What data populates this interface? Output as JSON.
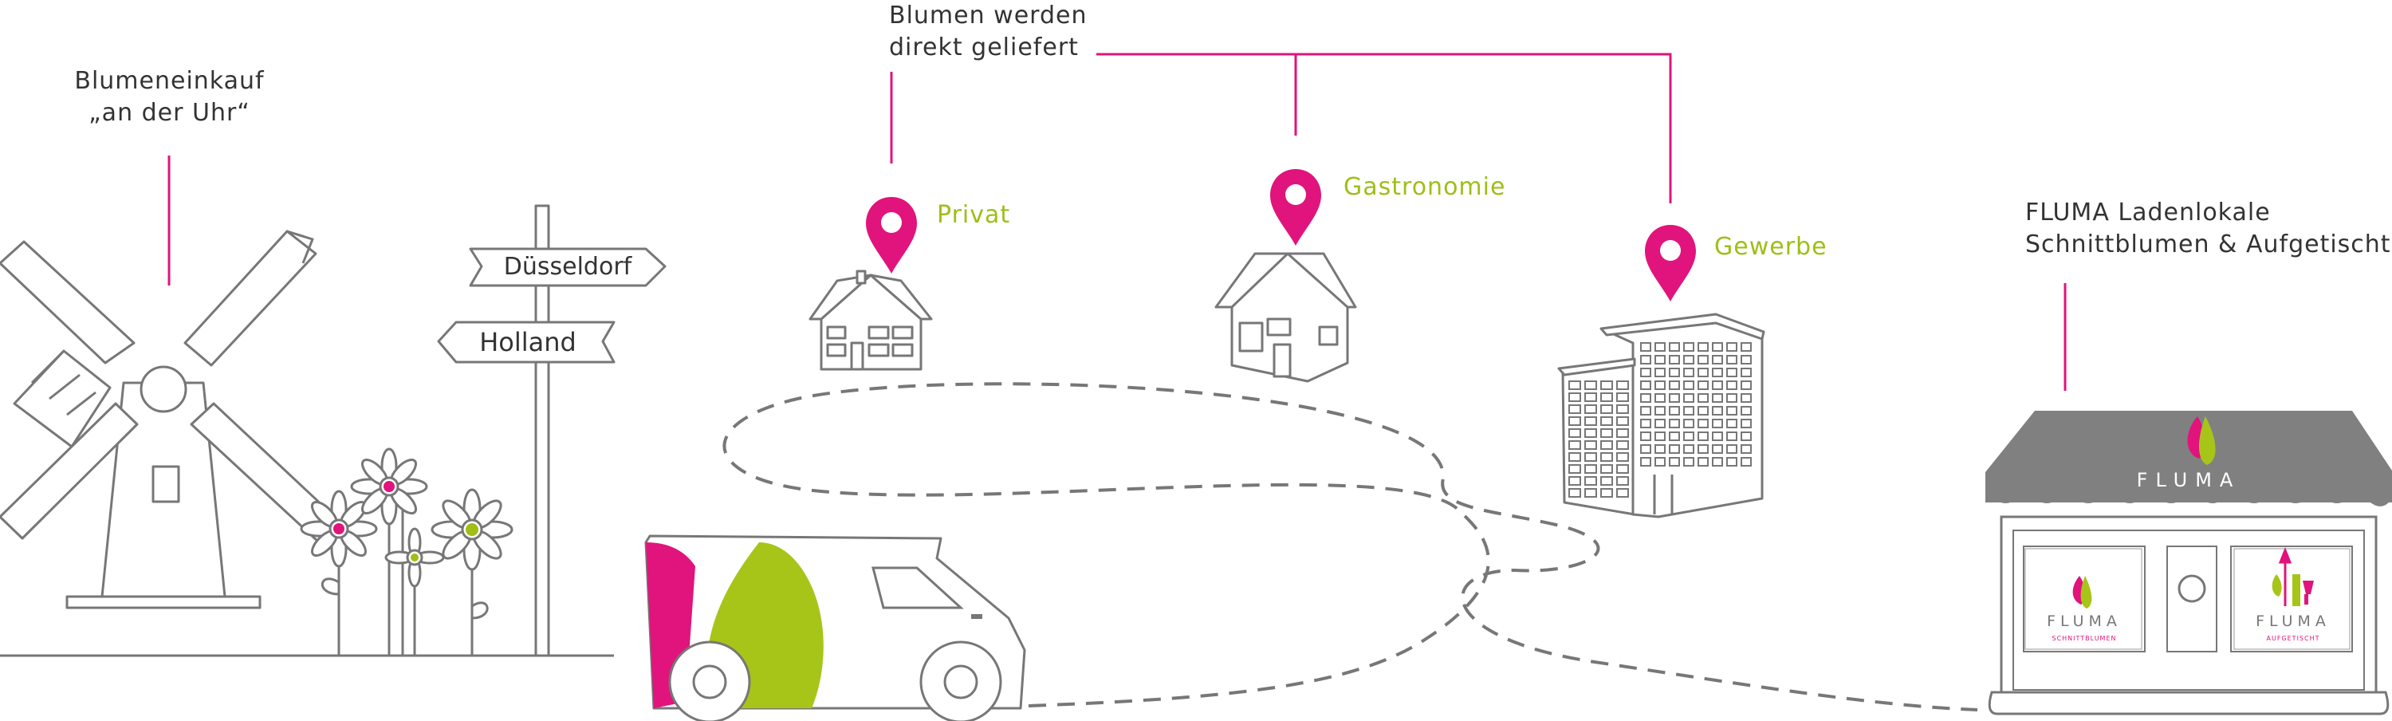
{
  "labels": {
    "blumeneinkauf": [
      "Blumeneinkauf",
      "„an der Uhr“"
    ],
    "direkt": [
      "Blumen werden",
      "direkt geliefert"
    ],
    "privat": "Privat",
    "gastronomie": "Gastronomie",
    "gewerbe": "Gewerbe",
    "ladenlokale": [
      "FLUMA Ladenlokale",
      "Schnittblumen & Aufgetischt"
    ]
  },
  "signs": {
    "duesseldorf": "Düsseldorf",
    "holland": "Holland"
  },
  "store": {
    "brand": "FLUMA",
    "left_window": {
      "brand": "FLUMA",
      "sub": "SCHNITTBLUMEN"
    },
    "right_window": {
      "brand": "FLUMA",
      "sub": "AUFGETISCHT"
    }
  },
  "colors": {
    "magenta": "#e0147c",
    "green": "#9fbe16",
    "line": "#666666",
    "text": "#333333"
  },
  "icons": [
    "windmill-icon",
    "signpost-icon",
    "flower-icon",
    "location-pin-icon",
    "house-icon",
    "office-building-icon",
    "delivery-van-icon",
    "flower-shop-icon"
  ]
}
